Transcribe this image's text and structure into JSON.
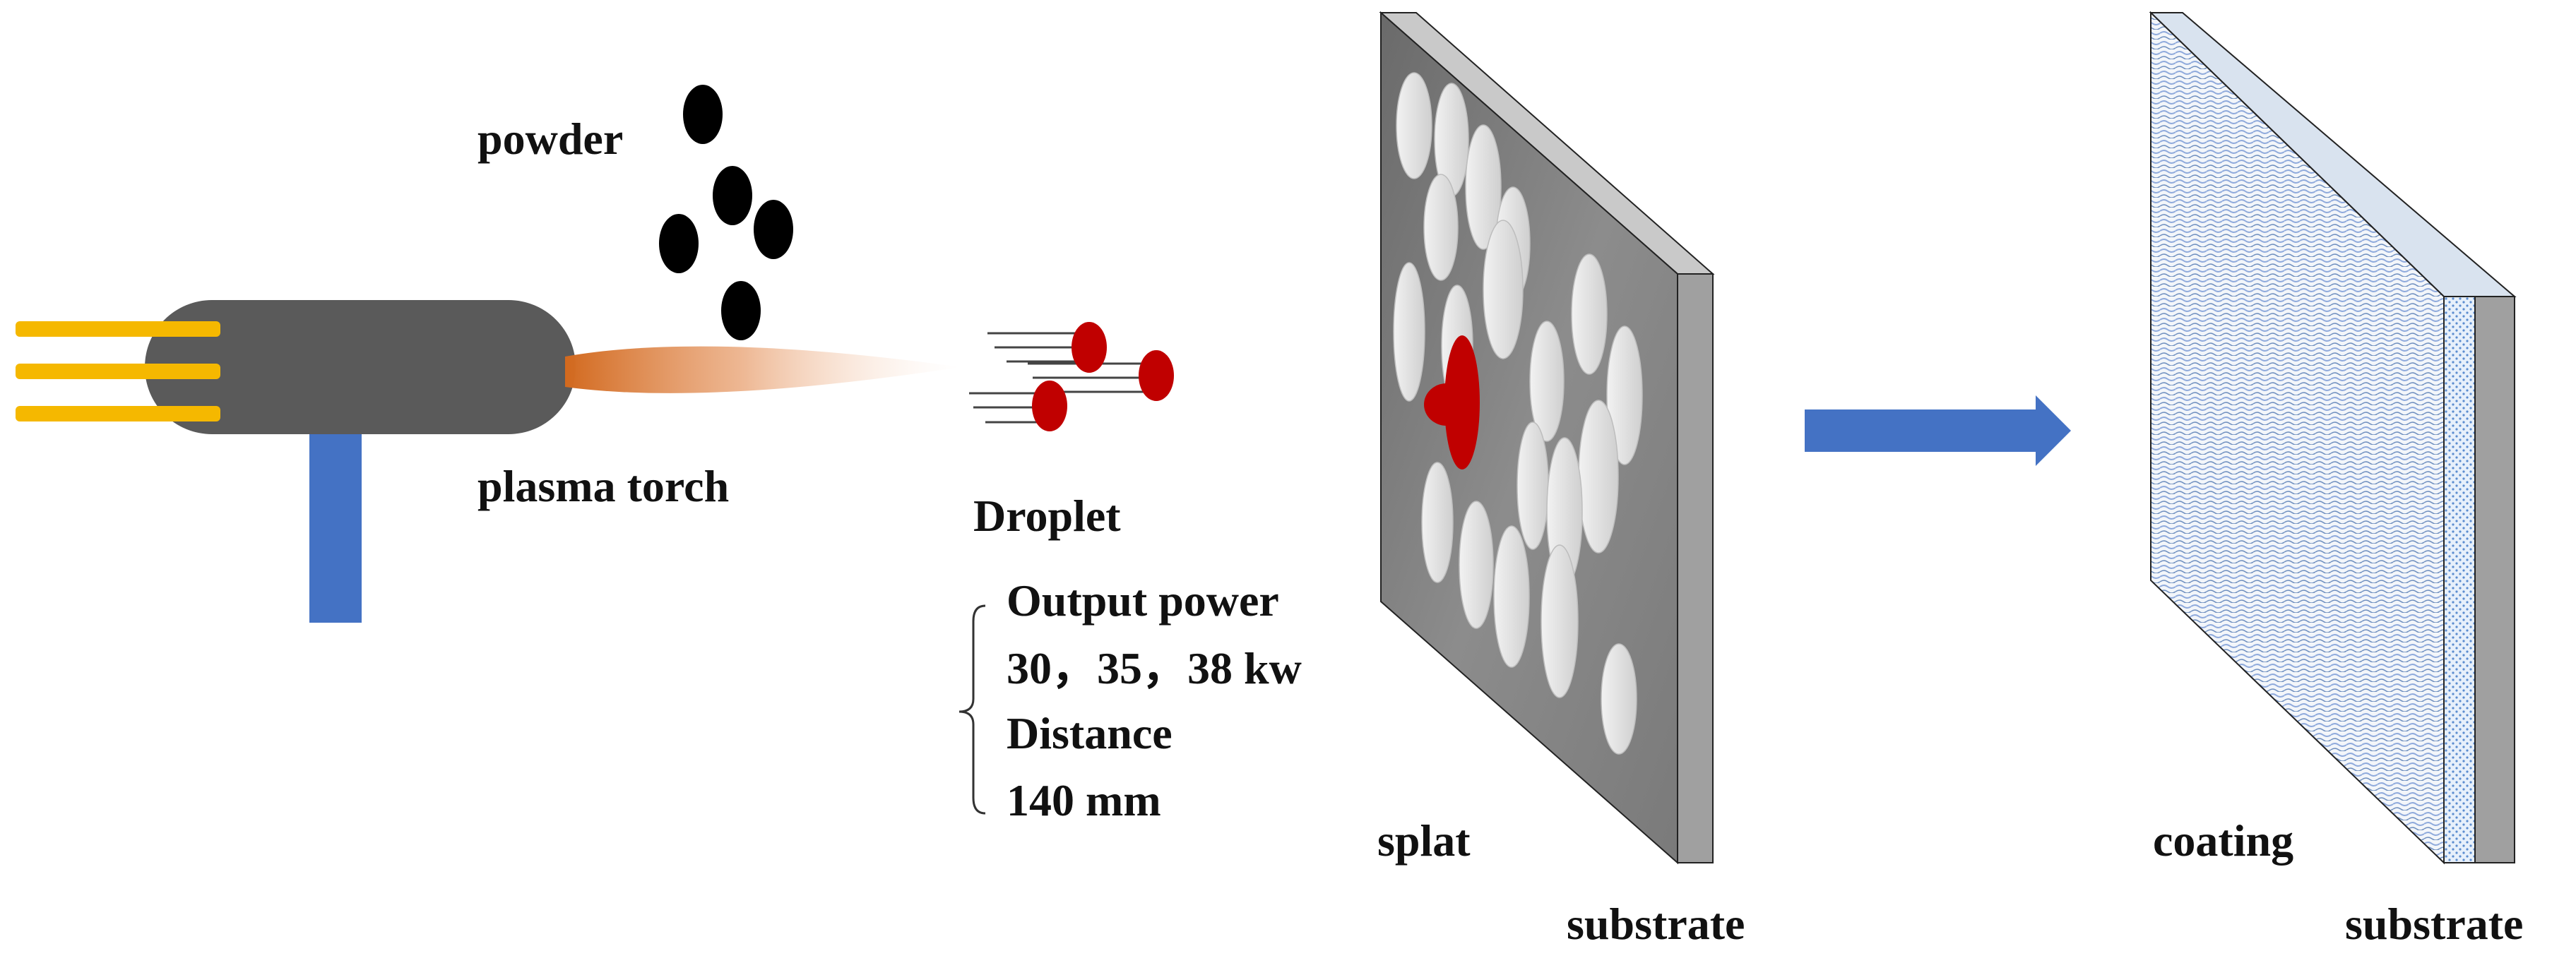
{
  "labels": {
    "powder": "powder",
    "plasma_torch": "plasma torch",
    "droplet": "Droplet",
    "splat": "splat",
    "substrate_left": "substrate",
    "coating": "coating",
    "substrate_right": "substrate"
  },
  "parameters": {
    "output_power_label": "Output power",
    "output_power_value": "30，35，38 kw",
    "distance_label": "Distance",
    "distance_value": "140 mm"
  },
  "colors": {
    "torch_body": "#5a5a5a",
    "electrode": "#f5b800",
    "gas_pipe": "#4472c4",
    "plume": "#d2691e",
    "powder_particle": "#000000",
    "droplet": "#c00000",
    "substrate_face": "#7f7f7f",
    "splat": "#e3e3e3",
    "arrow": "#4472c4",
    "coating_layer": "#9dc3e6"
  }
}
